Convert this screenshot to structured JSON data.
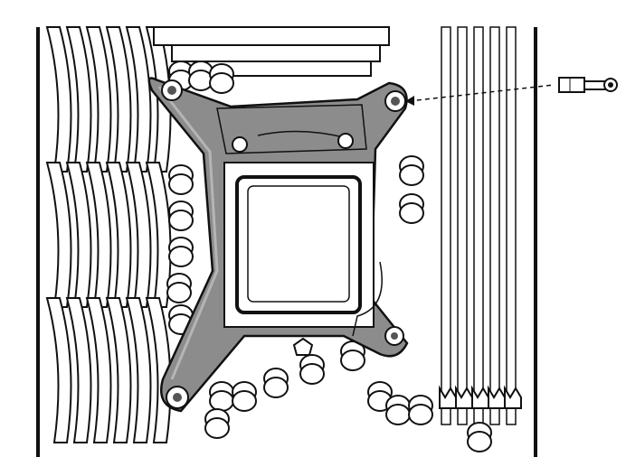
{
  "figure": {
    "subject": "cpu-socket-backplate-mounting",
    "parts": [
      "heatsink-fins",
      "capacitors",
      "cpu-socket",
      "mounting-bracket",
      "memory-slots",
      "standoff-screw",
      "insertion-arrow"
    ],
    "colors": {
      "line": "#111111",
      "bracket_fill": "#8c8c8c",
      "bracket_highlight": "#b5b5b5",
      "background": "#ffffff"
    }
  }
}
